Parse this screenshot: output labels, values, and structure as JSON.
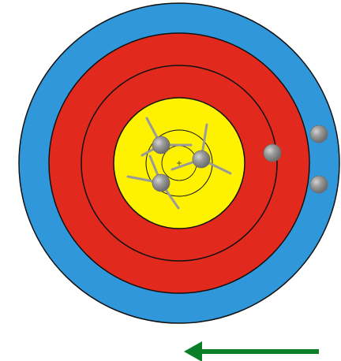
{
  "target": {
    "rings": [
      {
        "name": "blue",
        "fill": "#2f97da"
      },
      {
        "name": "red",
        "fill": "#e12a1d"
      },
      {
        "name": "yellow",
        "fill": "#fff200"
      }
    ],
    "line_color": "#111111"
  },
  "arrows": {
    "shaft_color": "#9a9a9a",
    "head_color": "#8f8f8f",
    "head_highlight": "#c9c9c9",
    "count": 6
  },
  "direction_indicator": {
    "color": "#0a7f28",
    "direction": "left-icon"
  }
}
